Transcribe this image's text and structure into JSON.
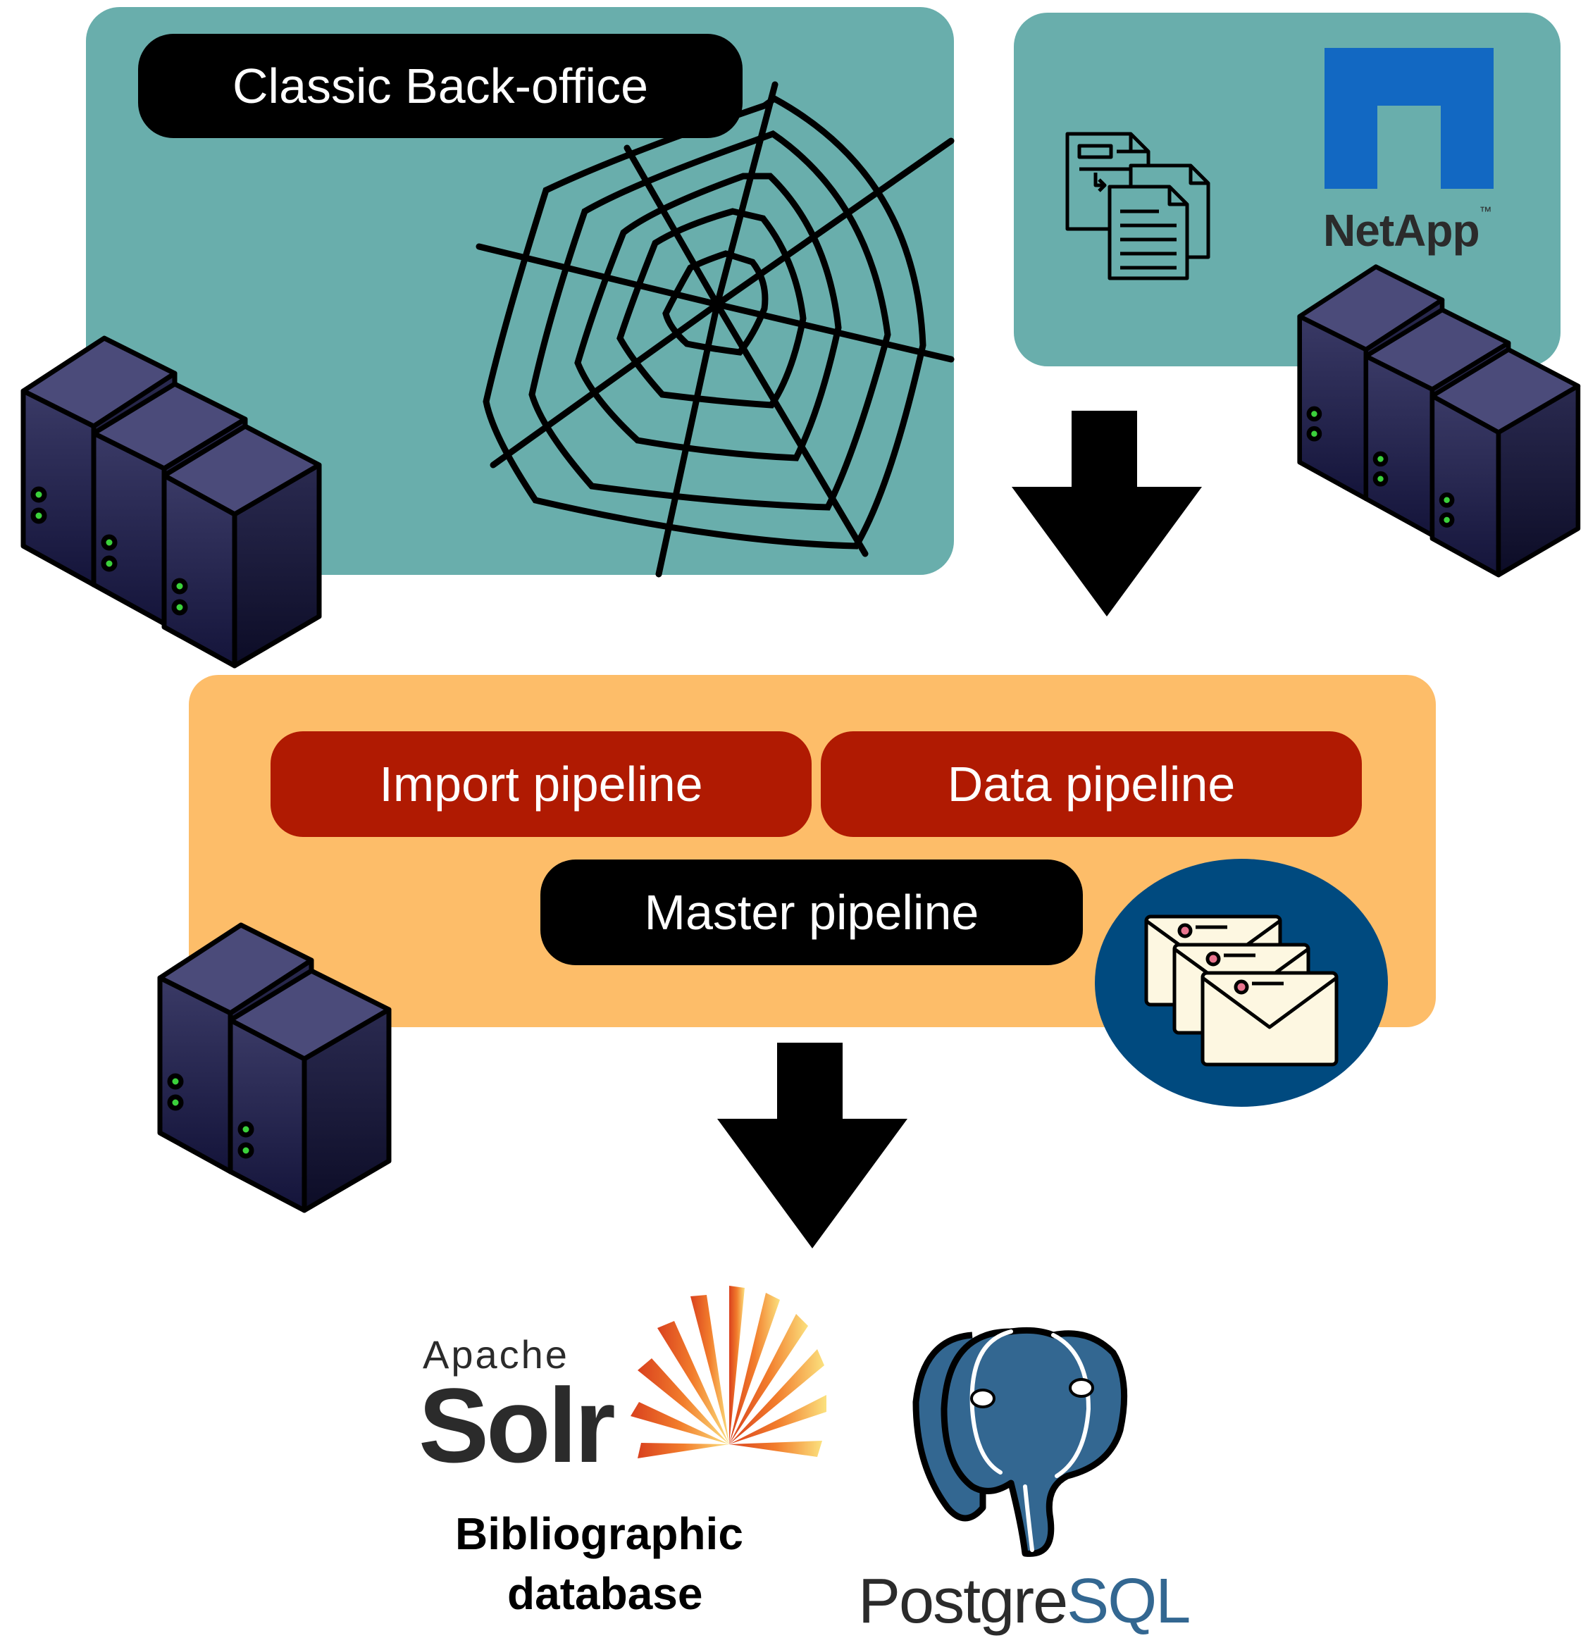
{
  "top_left": {
    "label": "Classic Back-office"
  },
  "top_right": {
    "netapp_label": "NetApp",
    "netapp_tm": "™"
  },
  "pipelines": {
    "import_label": "Import pipeline",
    "data_label": "Data pipeline",
    "master_label": "Master pipeline"
  },
  "outputs": {
    "solr_apache": "Apache",
    "solr_word": "Solr",
    "solr_caption_line1": "Bibliographic",
    "solr_caption_line2": "database",
    "postgres_part1": "Postgre",
    "postgres_part2": "SQL"
  },
  "colors": {
    "teal_panel": "#69aeac",
    "orange_panel": "#fdbd69",
    "red_pill": "#b01a02",
    "netapp_blue": "#1268c2",
    "mail_circle": "#004a7f",
    "postgres_blue": "#336791"
  }
}
